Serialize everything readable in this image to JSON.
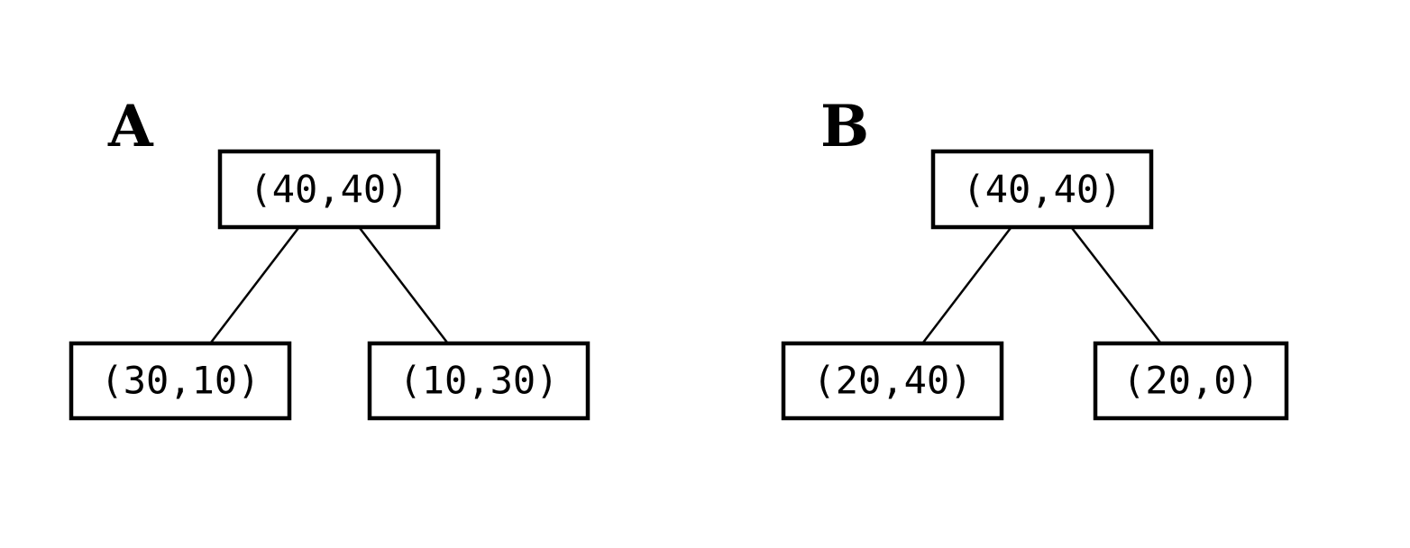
{
  "trees": [
    {
      "label": "A",
      "root": "(40,40)",
      "left": "(30,10)",
      "right": "(10,30)"
    },
    {
      "label": "B",
      "root": "(40,40)",
      "left": "(20,40)",
      "right": "(20,0)"
    }
  ]
}
